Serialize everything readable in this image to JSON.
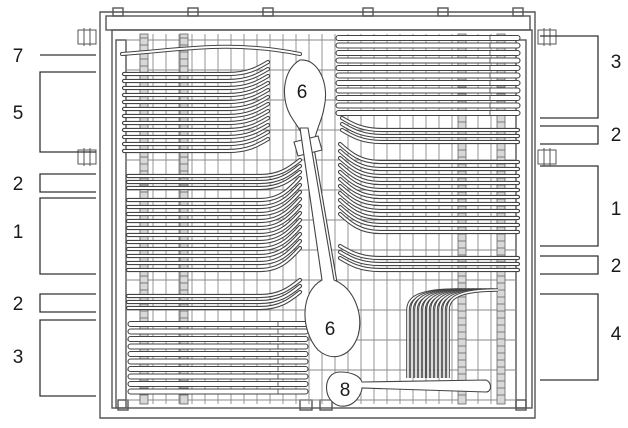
{
  "left_labels": [
    "7",
    "5",
    "2",
    "1",
    "2",
    "3"
  ],
  "right_labels": [
    "3",
    "2",
    "1",
    "2",
    "4"
  ],
  "item_labels": [
    "6",
    "6",
    "8"
  ],
  "icons": {
    "tray": "cutlery-tray-diagram",
    "roller": "roller-wheel-icon"
  }
}
